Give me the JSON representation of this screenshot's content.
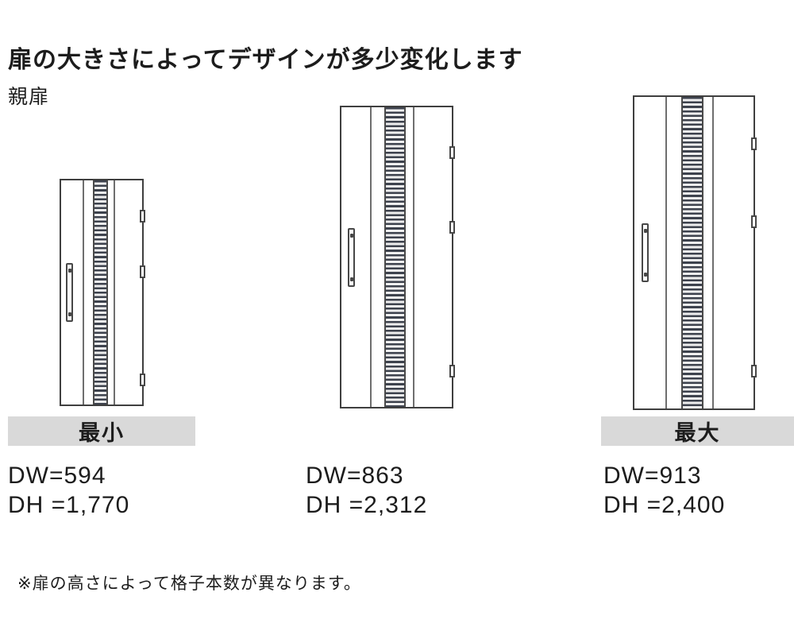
{
  "title": "扉の大きさによってデザインが多少変化します",
  "subtitle": "親扉",
  "doors": [
    {
      "size_label": "最小",
      "dw": "DW=594",
      "dh": "DH =1,770"
    },
    {
      "size_label": "",
      "dw": "DW=863",
      "dh": "DH =2,312"
    },
    {
      "size_label": "最大",
      "dw": "DW=913",
      "dh": "DH =2,400"
    }
  ],
  "footnote": "※扉の高さによって格子本数が異なります。",
  "colors": {
    "label_bar": "#d9d9d9",
    "door_outline": "#3f3f3f",
    "lattice_dark": "#3d424d",
    "text": "#1c1c1c"
  },
  "icons": {
    "door_handle": "handle-icon",
    "door_hinge": "hinge-icon"
  }
}
